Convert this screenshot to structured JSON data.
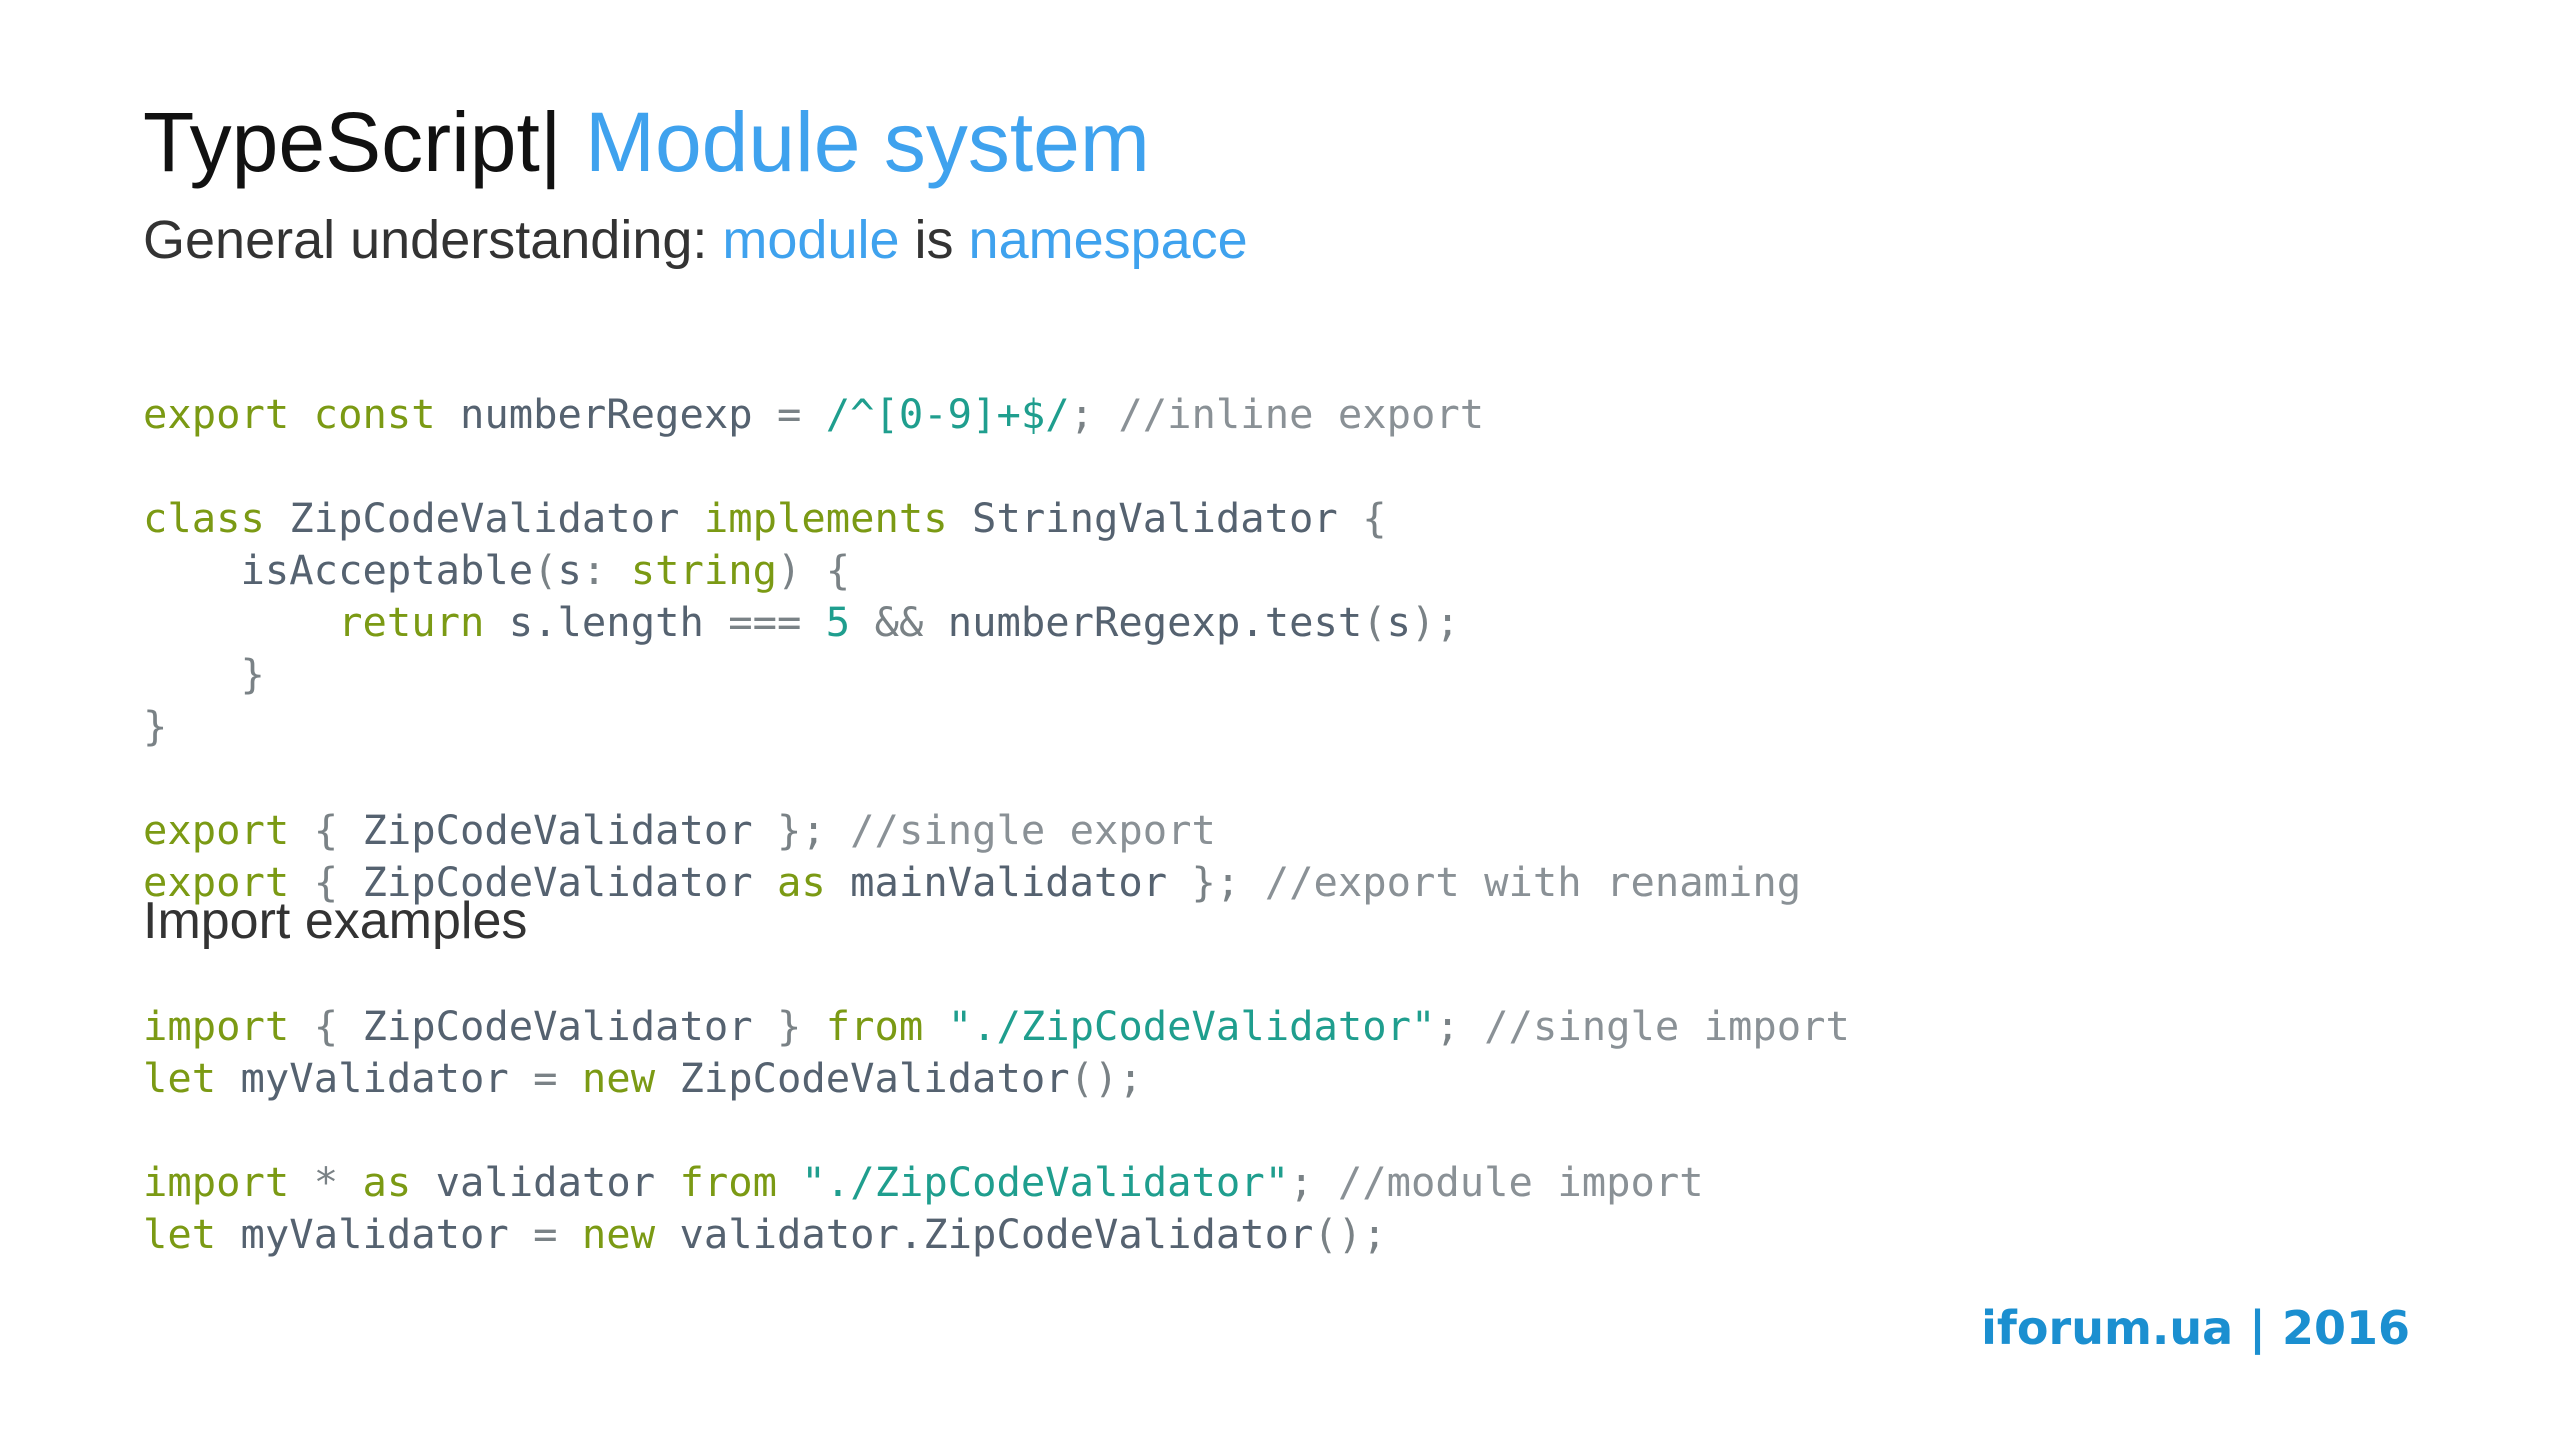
{
  "title": {
    "main": "TypeScript",
    "separator": "|",
    "accent": " Module system"
  },
  "subtitle": {
    "pre": "General understanding: ",
    "word1": "module",
    "mid": " is ",
    "word2": "namespace"
  },
  "export_block": [
    [
      [
        "k",
        "export const"
      ],
      [
        "t",
        " numberRegexp "
      ],
      [
        "p",
        "="
      ],
      [
        "t",
        " "
      ],
      [
        "s",
        "/^[0-9]+$/"
      ],
      [
        "p",
        ";"
      ],
      [
        "t",
        " "
      ],
      [
        "c",
        "//inline export"
      ]
    ],
    [],
    [
      [
        "k",
        "class"
      ],
      [
        "t",
        " ZipCodeValidator "
      ],
      [
        "k",
        "implements"
      ],
      [
        "t",
        " StringValidator "
      ],
      [
        "p",
        "{"
      ]
    ],
    [
      [
        "t",
        "    isAcceptable"
      ],
      [
        "p",
        "("
      ],
      [
        "t",
        "s"
      ],
      [
        "p",
        ":"
      ],
      [
        "t",
        " "
      ],
      [
        "k",
        "string"
      ],
      [
        "p",
        ")"
      ],
      [
        "t",
        " "
      ],
      [
        "p",
        "{"
      ]
    ],
    [
      [
        "t",
        "        "
      ],
      [
        "k",
        "return"
      ],
      [
        "t",
        " s.length "
      ],
      [
        "p",
        "==="
      ],
      [
        "t",
        " "
      ],
      [
        "s",
        "5"
      ],
      [
        "t",
        " "
      ],
      [
        "p",
        "&&"
      ],
      [
        "t",
        " numberRegexp.test"
      ],
      [
        "p",
        "("
      ],
      [
        "t",
        "s"
      ],
      [
        "p",
        ");"
      ]
    ],
    [
      [
        "t",
        "    "
      ],
      [
        "p",
        "}"
      ]
    ],
    [
      [
        "p",
        "}"
      ]
    ],
    [],
    [
      [
        "k",
        "export"
      ],
      [
        "t",
        " "
      ],
      [
        "p",
        "{"
      ],
      [
        "t",
        " ZipCodeValidator "
      ],
      [
        "p",
        "};"
      ],
      [
        "t",
        " "
      ],
      [
        "c",
        "//single export"
      ]
    ],
    [
      [
        "k",
        "export"
      ],
      [
        "t",
        " "
      ],
      [
        "p",
        "{"
      ],
      [
        "t",
        " ZipCodeValidator "
      ],
      [
        "k",
        "as"
      ],
      [
        "t",
        " mainValidator "
      ],
      [
        "p",
        "};"
      ],
      [
        "t",
        " "
      ],
      [
        "c",
        "//export with renaming"
      ]
    ]
  ],
  "import_heading": "Import examples",
  "import_block": [
    [
      [
        "k",
        "import"
      ],
      [
        "t",
        " "
      ],
      [
        "p",
        "{"
      ],
      [
        "t",
        " ZipCodeValidator "
      ],
      [
        "p",
        "}"
      ],
      [
        "t",
        " "
      ],
      [
        "k",
        "from"
      ],
      [
        "t",
        " "
      ],
      [
        "s",
        "\"./ZipCodeValidator\""
      ],
      [
        "p",
        ";"
      ],
      [
        "t",
        " "
      ],
      [
        "c",
        "//single import"
      ]
    ],
    [
      [
        "k",
        "let"
      ],
      [
        "t",
        " myValidator "
      ],
      [
        "p",
        "="
      ],
      [
        "t",
        " "
      ],
      [
        "k",
        "new"
      ],
      [
        "t",
        " ZipCodeValidator"
      ],
      [
        "p",
        "();"
      ]
    ],
    [],
    [
      [
        "k",
        "import"
      ],
      [
        "t",
        " "
      ],
      [
        "p",
        "*"
      ],
      [
        "t",
        " "
      ],
      [
        "k",
        "as"
      ],
      [
        "t",
        " validator "
      ],
      [
        "k",
        "from"
      ],
      [
        "t",
        " "
      ],
      [
        "s",
        "\"./ZipCodeValidator\""
      ],
      [
        "p",
        ";"
      ],
      [
        "t",
        " "
      ],
      [
        "c",
        "//module import"
      ]
    ],
    [
      [
        "k",
        "let"
      ],
      [
        "t",
        " myValidator "
      ],
      [
        "p",
        "="
      ],
      [
        "t",
        " "
      ],
      [
        "k",
        "new"
      ],
      [
        "t",
        " validator.ZipCodeValidator"
      ],
      [
        "p",
        "();"
      ]
    ]
  ],
  "footer": "iforum.ua | 2016",
  "colors": {
    "accent": "#3fa2ee",
    "keyword": "#7b9a14",
    "string": "#1f9e8e",
    "comment": "#8a9196",
    "code_text": "#556270",
    "footer": "#1b8fd0"
  }
}
